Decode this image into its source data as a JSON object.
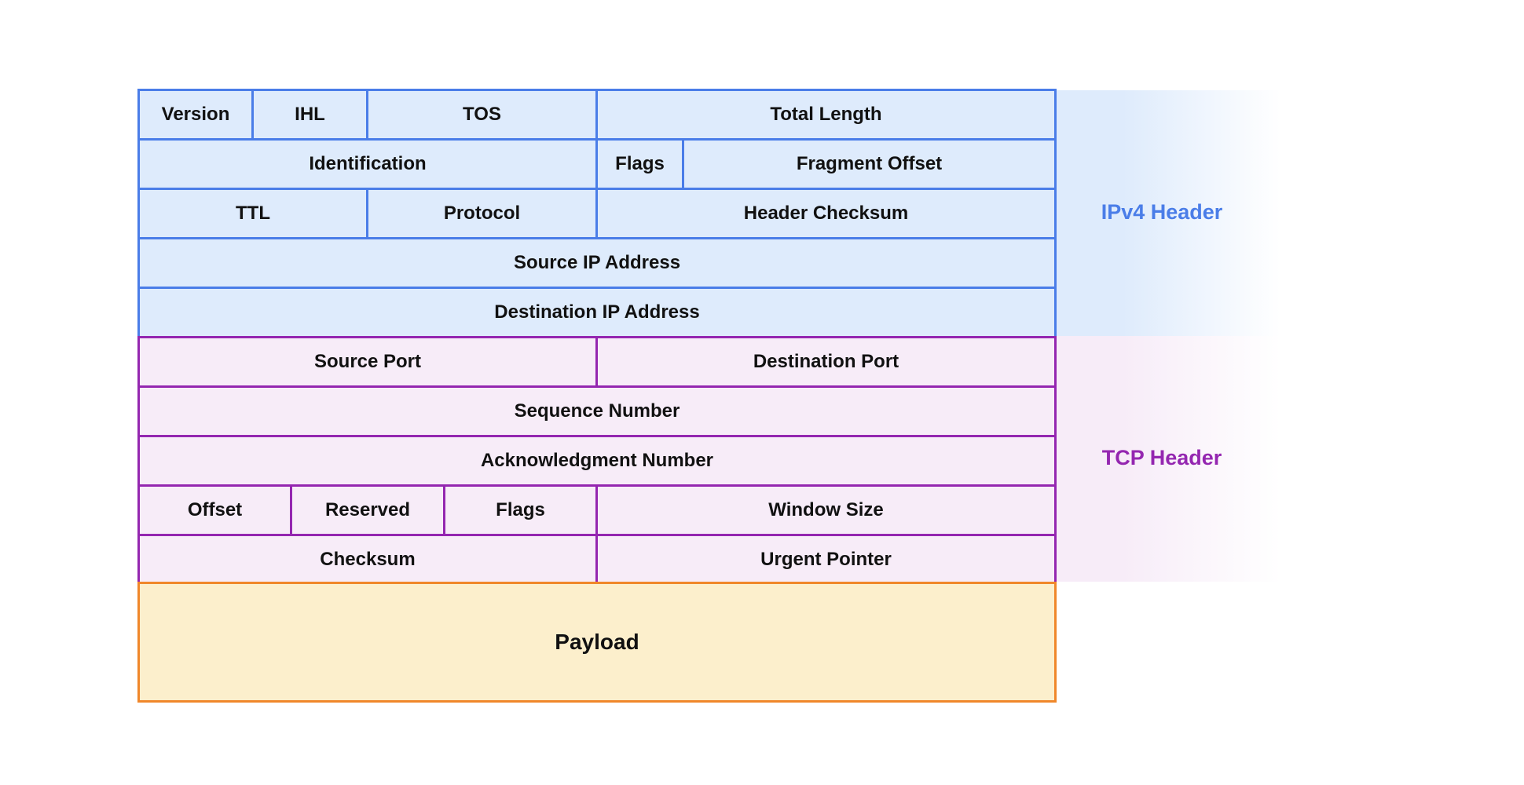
{
  "ipv4_header": {
    "label": "IPv4 Header",
    "color": "#4a7de8",
    "fill": "#deebfc",
    "fields": {
      "version": "Version",
      "ihl": "IHL",
      "tos": "TOS",
      "total_length": "Total Length",
      "identification": "Identification",
      "flags": "Flags",
      "fragment_offset": "Fragment Offset",
      "ttl": "TTL",
      "protocol": "Protocol",
      "header_checksum": "Header Checksum",
      "source_ip": "Source IP Address",
      "destination_ip": "Destination IP Address"
    }
  },
  "tcp_header": {
    "label": "TCP Header",
    "color": "#9426b0",
    "fill": "#f7ecf8",
    "fields": {
      "source_port": "Source Port",
      "destination_port": "Destination Port",
      "sequence_number": "Sequence Number",
      "ack_number": "Acknowledgment Number",
      "offset": "Offset",
      "reserved": "Reserved",
      "flags": "Flags",
      "window_size": "Window Size",
      "checksum": "Checksum",
      "urgent_pointer": "Urgent Pointer"
    }
  },
  "payload": {
    "label": "Payload",
    "color": "#f0872a",
    "fill": "#fcefcc"
  }
}
